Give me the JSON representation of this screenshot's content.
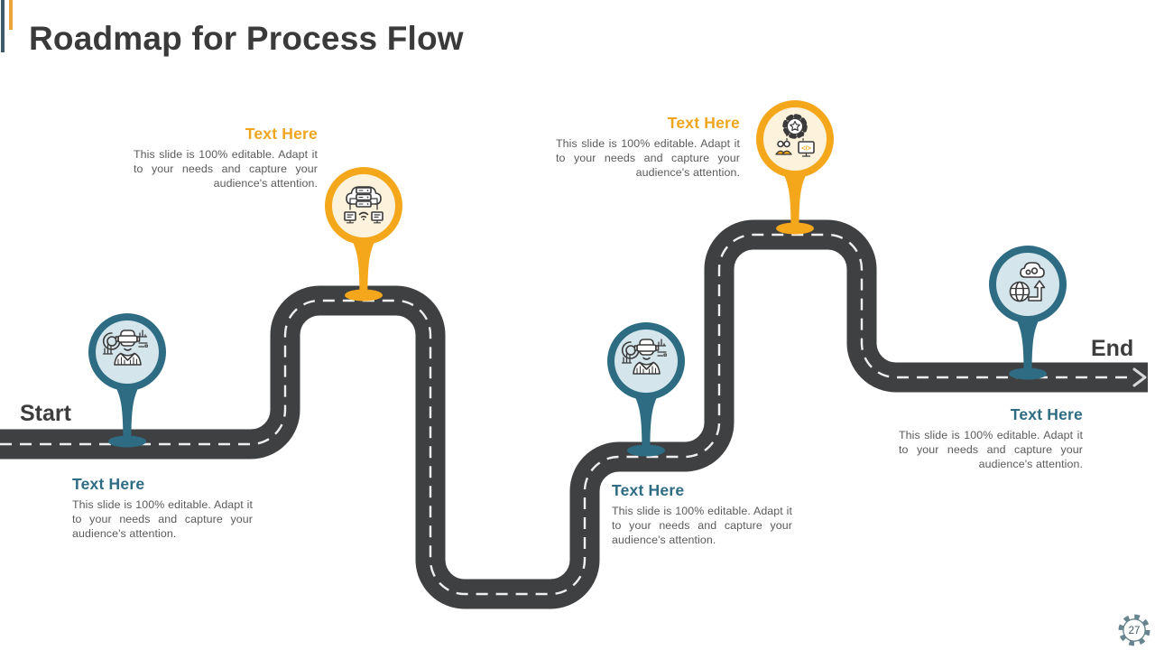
{
  "slide": {
    "title": "Roadmap for Process Flow",
    "start_label": "Start",
    "end_label": "End",
    "page_number": "27"
  },
  "milestones": [
    {
      "heading": "Text Here",
      "body": "This slide is 100% editable. Adapt it to your needs and capture your audience's attention.",
      "color": "teal",
      "icon": "vr-analyst-icon"
    },
    {
      "heading": "Text Here",
      "body": "This slide is 100% editable. Adapt it to your needs and capture your audience's attention.",
      "color": "yellow",
      "icon": "cloud-server-network-icon"
    },
    {
      "heading": "Text Here",
      "body": "This slide is 100% editable. Adapt it to your needs and capture your audience's attention.",
      "color": "teal",
      "icon": "vr-analyst-icon"
    },
    {
      "heading": "Text Here",
      "body": "This slide is 100% editable. Adapt it to your needs and capture your audience's attention.",
      "color": "yellow",
      "icon": "gear-team-development-icon"
    },
    {
      "heading": "Text Here",
      "body": "This slide is 100% editable. Adapt it to your needs and capture your audience's attention.",
      "color": "teal",
      "icon": "cloud-globe-migration-icon"
    }
  ],
  "icons": {
    "code_glyph": "</>"
  },
  "colors": {
    "accent_teal": "#2E6C84",
    "accent_teal_light": "#D4E5EC",
    "accent_yellow": "#F5A71B",
    "accent_yellow_light": "#FDF3DC",
    "accent_bar_teal": "#3D5A68",
    "accent_bar_yellow": "#E9A53B",
    "road": "#3F4042",
    "road_dash": "#EFEFEF",
    "heading_text": "#3A3A3A",
    "body_text": "#5A5A5A"
  }
}
